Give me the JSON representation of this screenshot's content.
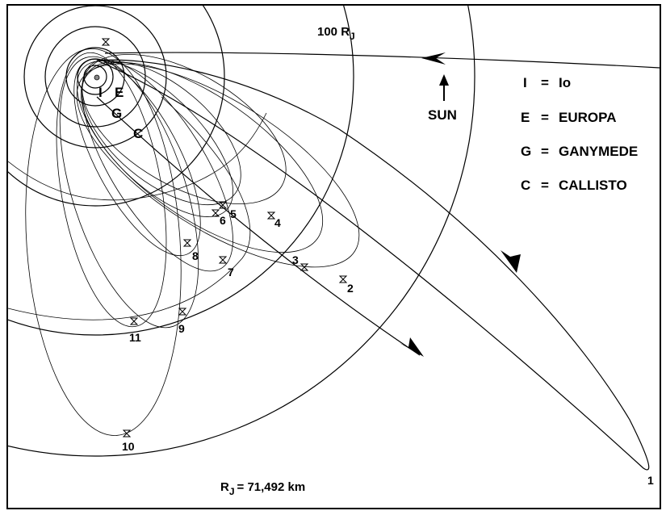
{
  "scale_label": "100 R",
  "scale_label_sub": "J",
  "sun_label": "SUN",
  "legend": [
    {
      "key": "I",
      "value": "Io"
    },
    {
      "key": "E",
      "value": "EUROPA"
    },
    {
      "key": "G",
      "value": "GANYMEDE"
    },
    {
      "key": "C",
      "value": "CALLISTO"
    }
  ],
  "legend_eq": "=",
  "moon_labels": {
    "io": "I",
    "europa": "E",
    "ganymede": "G",
    "callisto": "C"
  },
  "orbit_numbers": [
    "1",
    "2",
    "3",
    "4",
    "5",
    "6",
    "7",
    "8",
    "9",
    "10",
    "11"
  ],
  "footer": {
    "rj_main": "R",
    "rj_sub": "J",
    "rj_value": "= 71,492 km"
  }
}
